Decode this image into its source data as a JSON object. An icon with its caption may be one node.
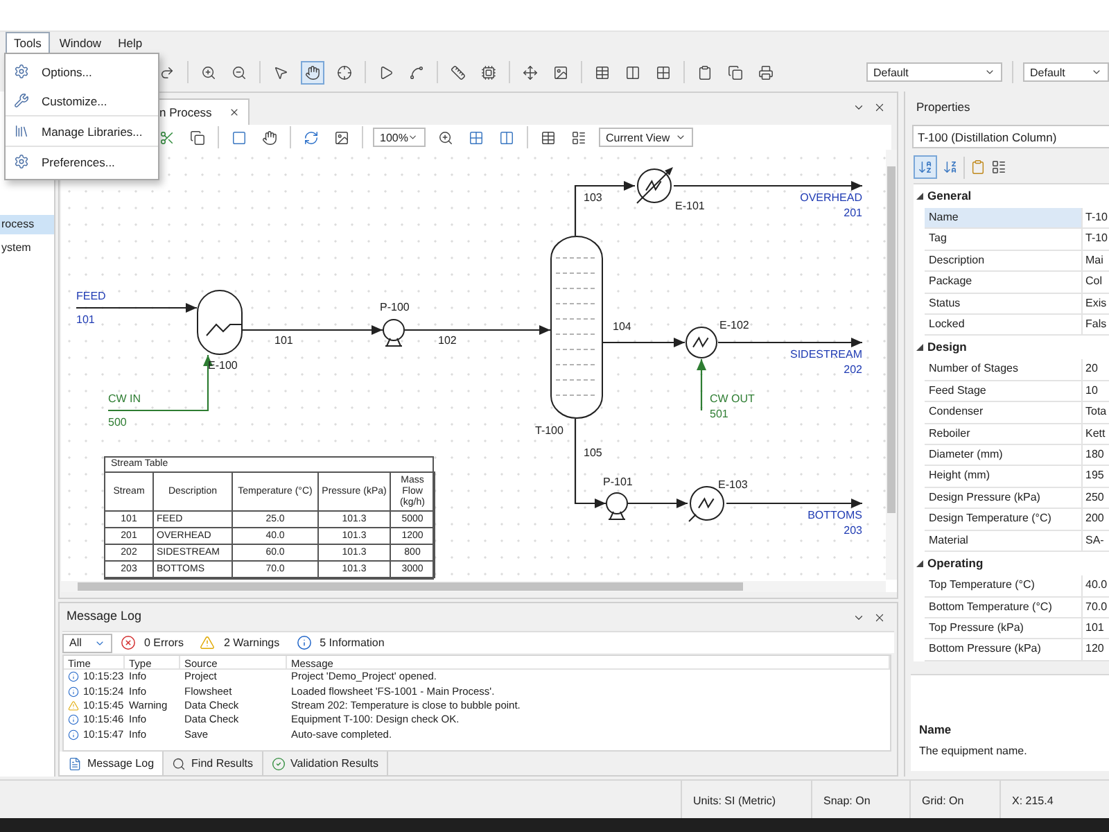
{
  "diagram": {
    "nodes": [
      {
        "text": [
          "FEED",
          "101"
        ]
      },
      {
        "text": [],
        "shape": "cylinder",
        "beside": [
          "E-100"
        ]
      },
      {
        "text": [
          "CW IN",
          "500"
        ]
      },
      {
        "text": [],
        "shape": "circle",
        "beside": [
          "P-100"
        ]
      },
      {
        "text": [],
        "shape": "cylinder",
        "beside": [
          "T-100"
        ]
      },
      {
        "text": [],
        "shape": "circle",
        "beside": [
          "E-101"
        ]
      },
      {
        "text": [
          "OVERHEAD",
          "201"
        ]
      },
      {
        "text": [],
        "shape": "circle",
        "beside": [
          "E-102"
        ]
      },
      {
        "text": [
          "SIDESTREAM",
          "202"
        ]
      },
      {
        "text": [
          "CW OUT",
          "501"
        ]
      },
      {
        "text": [],
        "shape": "circle",
        "beside": [
          "P-101"
        ]
      },
      {
        "text": [],
        "shape": "circle",
        "beside": [
          "E-103"
        ]
      },
      {
        "text": [
          "BOTTOMS",
          "203"
        ]
      }
    ],
    "edges": [
      {
        "from": 0,
        "to": 1,
        "arrow": "to"
      },
      {
        "from": 2,
        "to": 1,
        "arrow": "to",
        "color": "#2e7d32"
      },
      {
        "from": 1,
        "to": 3,
        "arrow": "to",
        "label": "101"
      },
      {
        "from": 3,
        "to": 4,
        "arrow": "to",
        "label": "102"
      },
      {
        "from": 4,
        "to": 5,
        "arrow": "to",
        "label": "103"
      },
      {
        "from": 5,
        "to": 6,
        "arrow": "to"
      },
      {
        "from": 4,
        "to": 7,
        "arrow": "to",
        "label": "104"
      },
      {
        "from": 7,
        "to": 8,
        "arrow": "to"
      },
      {
        "from": 9,
        "to": 7,
        "arrow": "to",
        "color": "#2e7d32"
      },
      {
        "from": 4,
        "to": 10,
        "arrow": "to",
        "label": "105"
      },
      {
        "from": 10,
        "to": 11,
        "arrow": "to"
      },
      {
        "from": 11,
        "to": 12,
        "arrow": "to"
      }
    ],
    "labels": [
      "Tools",
      "Window",
      "Help",
      "Options...",
      "Customize...",
      "Manage Libraries...",
      "Preferences...",
      "rocess",
      "ystem",
      "Default",
      "Default",
      "n Process",
      "100%",
      "Current View",
      "Properties",
      "T-100 (Distillation Column)",
      "General",
      "Name",
      "T-10",
      "Tag",
      "T-10",
      "Description",
      "Mai",
      "Package",
      "Col",
      "Status",
      "Exis",
      "Locked",
      "Fals",
      "Design",
      "Number of Stages",
      "20",
      "Feed Stage",
      "10",
      "Condenser",
      "Tota",
      "Reboiler",
      "Kett",
      "Diameter (mm)",
      "180",
      "Height (mm)",
      "195",
      "Design Pressure (kPa)",
      "250",
      "Design Temperature (°C)",
      "200",
      "Material",
      "SA-",
      "Operating",
      "Top Temperature (°C)",
      "40.0",
      "Bottom Temperature (°C)",
      "70.0",
      "Top Pressure (kPa)",
      "101",
      "Bottom Pressure (kPa)",
      "120",
      "Name",
      "The equipment name.",
      "Stream Table",
      "Stream",
      "Description",
      "Temperature (°C)",
      "Pressure (kPa)",
      "Mass Flow (kg/h)",
      "101",
      "FEED",
      "25.0",
      "101.3",
      "5000",
      "201",
      "OVERHEAD",
      "40.0",
      "101.3",
      "1200",
      "202",
      "SIDESTREAM",
      "60.0",
      "101.3",
      "800",
      "203",
      "BOTTOMS",
      "70.0",
      "101.3",
      "3000",
      "Message Log",
      "All",
      "0 Errors",
      "2 Warnings",
      "5 Information",
      "Time",
      "Type",
      "Source",
      "Message",
      "10:15:23",
      "Info",
      "Project",
      "Project 'Demo_Project' opened.",
      "10:15:24",
      "Info",
      "Flowsheet",
      "Loaded flowsheet 'FS-1001 - Main Process'.",
      "10:15:45",
      "Warning",
      "Data Check",
      "Stream 202: Temperature is close to bubble point.",
      "10:15:46",
      "Info",
      "Data Check",
      "Equipment T-100: Design check OK.",
      "10:15:47",
      "Info",
      "Save",
      "Auto-save completed.",
      "Message Log",
      "Find Results",
      "Validation Results",
      "Units: SI (Metric)",
      "Snap: On",
      "Grid: On",
      "X: 215.4"
    ]
  }
}
